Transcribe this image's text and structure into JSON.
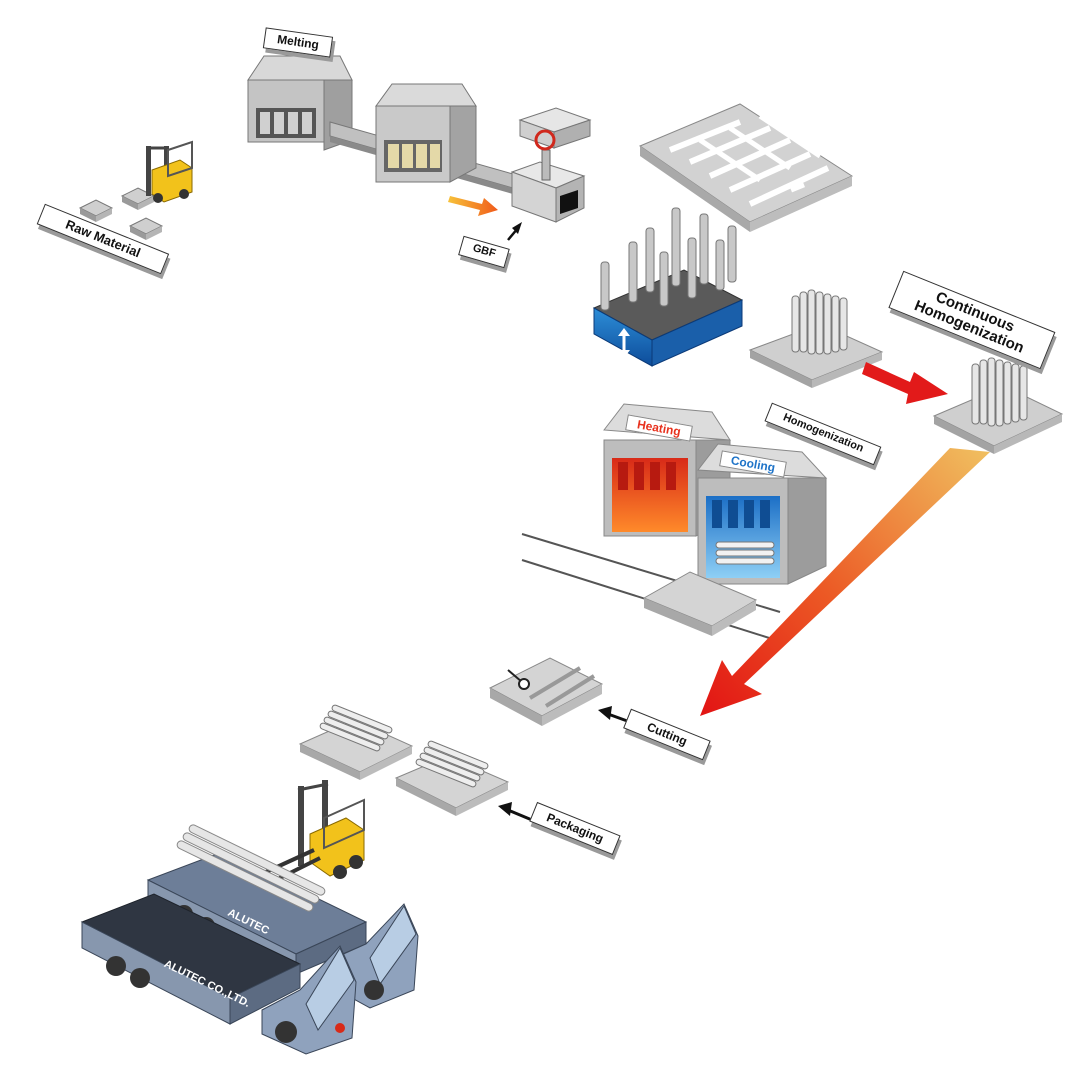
{
  "labels": {
    "raw_material": "Raw Material",
    "melting": "Melting",
    "gbf": "GBF",
    "continuous_homogenization": "Continuous Homogenization",
    "homogenization": "Homogenization",
    "heating": "Heating",
    "cooling": "Cooling",
    "cutting": "Cutting",
    "packaging": "Packaging"
  },
  "trucks": {
    "brand_front": "ALUTEC",
    "brand_rear": "ALUTEC CO.,LTD."
  },
  "colors": {
    "heating": "#e8321e",
    "cooling": "#1f74c8",
    "flow_arrow_start": "#f0b44a",
    "flow_arrow_end": "#e21a1a",
    "machine_gray": "#c9c9c9",
    "forklift_yellow": "#f2c21b",
    "truck_blue": "#7f92ad"
  }
}
